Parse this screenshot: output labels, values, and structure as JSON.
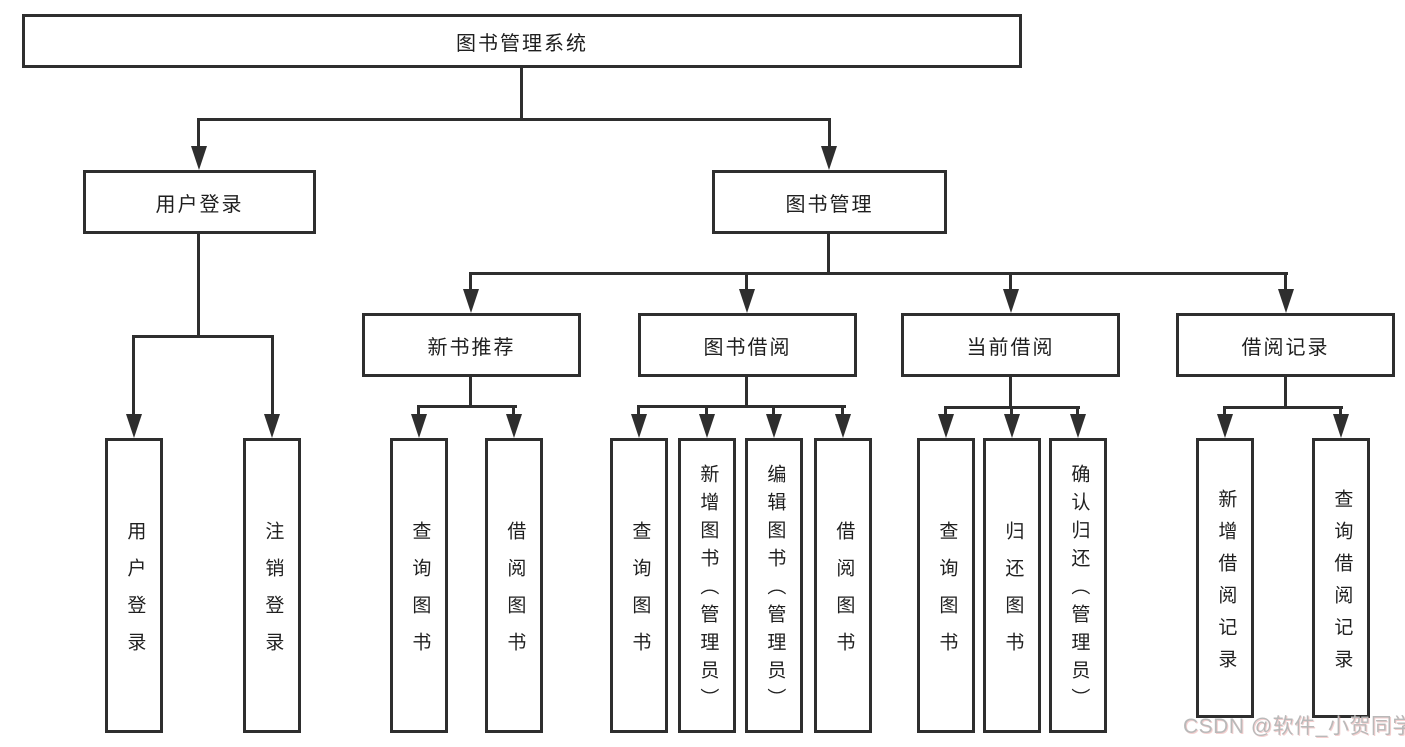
{
  "tree": {
    "root": {
      "label": "图书管理系统"
    },
    "branches": [
      {
        "label": "用户登录",
        "children": [
          {
            "label": "用户登录"
          },
          {
            "label": "注销登录"
          }
        ]
      },
      {
        "label": "图书管理",
        "children": [
          {
            "label": "新书推荐",
            "children": [
              {
                "label": "查询图书"
              },
              {
                "label": "借阅图书"
              }
            ]
          },
          {
            "label": "图书借阅",
            "children": [
              {
                "label": "查询图书"
              },
              {
                "label": "新增图书（管理员）"
              },
              {
                "label": "编辑图书（管理员）"
              },
              {
                "label": "借阅图书"
              }
            ]
          },
          {
            "label": "当前借阅",
            "children": [
              {
                "label": "查询图书"
              },
              {
                "label": "归还图书"
              },
              {
                "label": "确认归还（管理员）"
              }
            ]
          },
          {
            "label": "借阅记录",
            "children": [
              {
                "label": "新增借阅记录"
              },
              {
                "label": "查询借阅记录"
              }
            ]
          }
        ]
      }
    ]
  },
  "watermark": {
    "text": "CSDN @软件_小贺同学"
  },
  "colors": {
    "line": "#2e2e2e",
    "text": "#1f1f1f",
    "watermark_gray": "#b9b9b9",
    "background": "#ffffff"
  }
}
